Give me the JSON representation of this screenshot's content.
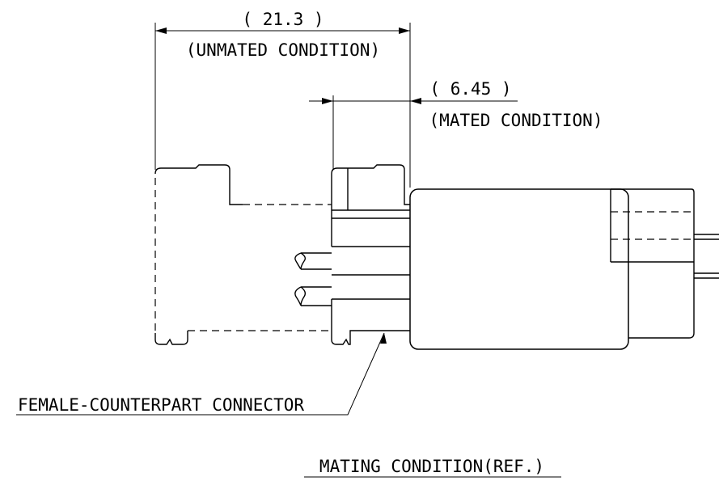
{
  "dimensions": {
    "unmated": {
      "value": "( 21.3 )",
      "caption": "(UNMATED CONDITION)"
    },
    "mated": {
      "value": "( 6.45 )",
      "caption": "(MATED CONDITION)"
    }
  },
  "labels": {
    "counterpart": "FEMALE-COUNTERPART CONNECTOR",
    "title": "MATING CONDITION(REF.)"
  }
}
